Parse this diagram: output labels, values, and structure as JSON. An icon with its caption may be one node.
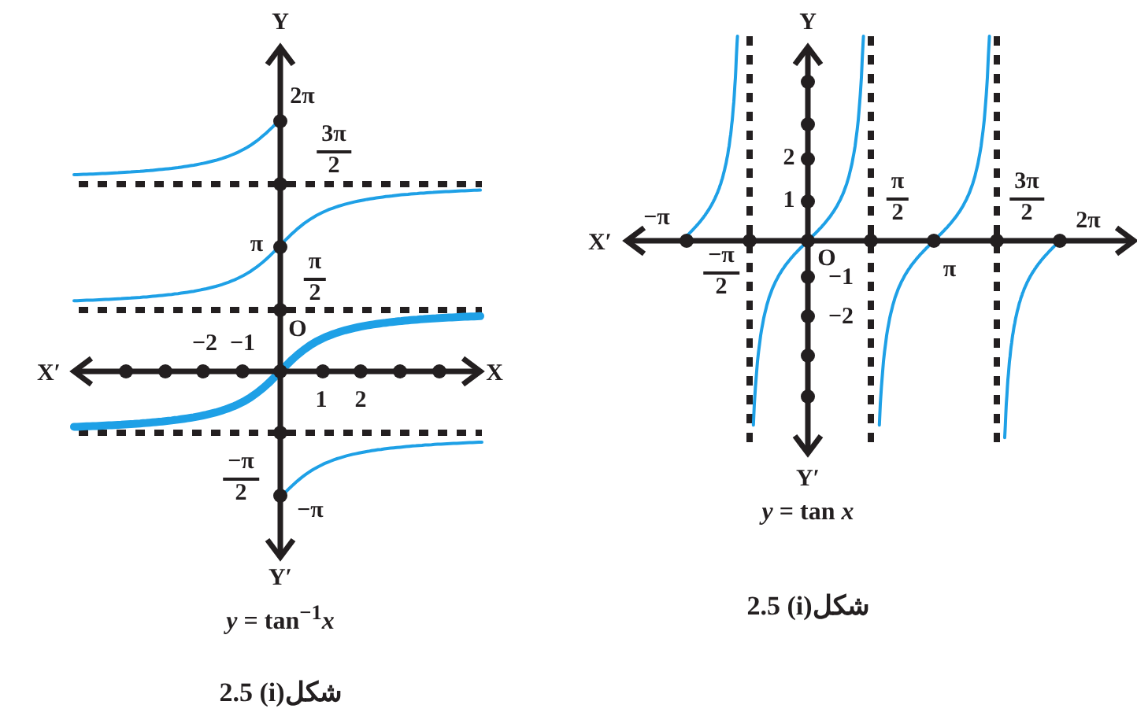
{
  "diagram": {
    "labels": [
      "Y",
      "2π",
      "3π",
      "2",
      "π",
      "π",
      "2",
      "O",
      "−2",
      "−1",
      "X′",
      "X",
      "1",
      "2",
      "−π",
      "2",
      "−π",
      "Y′",
      "*y* = tan$^{−1}$*x*",
      "2.5 (i)شکل",
      "Y",
      "2",
      "1",
      "−π",
      "X′",
      "−π",
      "2",
      "O",
      "−1",
      "−2",
      "π",
      "2",
      "π",
      "3π",
      "2",
      "2π",
      "Y′",
      "*y* = tan *x*",
      "2.5 (i)شکل"
    ]
  }
}
